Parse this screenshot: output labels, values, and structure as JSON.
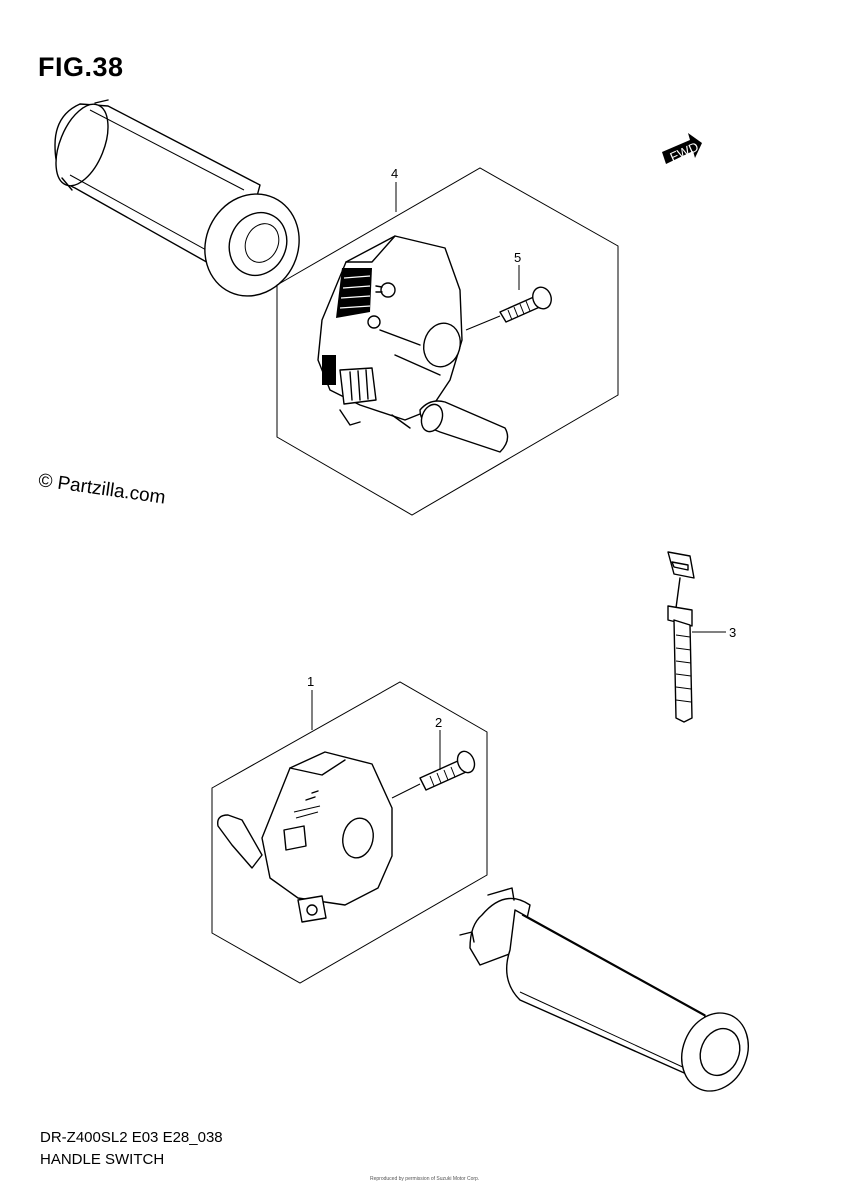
{
  "figure": {
    "title": "FIG.38",
    "watermark": "© Partzilla.com",
    "fwd_label": "FWD",
    "footer_line1": "DR-Z400SL2 E03 E28_038",
    "footer_line2": "HANDLE SWITCH",
    "fine_print": "Reproduced by permission of Suzuki Motor Corp."
  },
  "callouts": [
    {
      "id": "1",
      "label": "1"
    },
    {
      "id": "2",
      "label": "2"
    },
    {
      "id": "3",
      "label": "3"
    },
    {
      "id": "4",
      "label": "4"
    },
    {
      "id": "5",
      "label": "5"
    }
  ]
}
